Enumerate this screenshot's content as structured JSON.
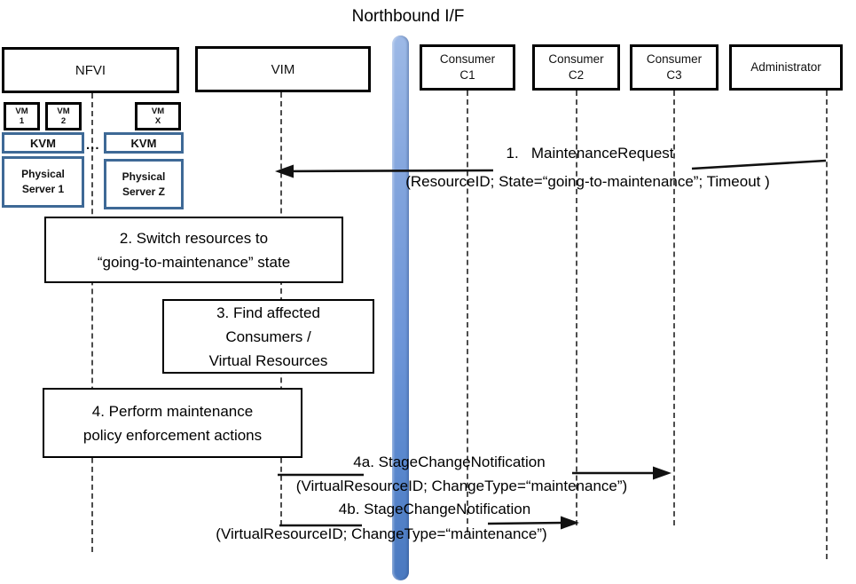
{
  "diagram": {
    "title": "Northbound I/F",
    "actors": {
      "nfvi": "NFVI",
      "vim": "VIM",
      "c1_line1": "Consumer",
      "c1_line2": "C1",
      "c2_line1": "Consumer",
      "c2_line2": "C2",
      "c3_line1": "Consumer",
      "c3_line2": "C3",
      "admin": "Administrator"
    },
    "nfvi_internals": {
      "vm1_line1": "VM",
      "vm1_line2": "1",
      "vm2_line1": "VM",
      "vm2_line2": "2",
      "vmx_line1": "VM",
      "vmx_line2": "X",
      "kvm_left": "KVM",
      "kvm_right": "KVM",
      "dots": "...",
      "ps1_line1": "Physical",
      "ps1_line2": "Server 1",
      "psz_line1": "Physical",
      "psz_line2": "Server Z"
    },
    "messages": {
      "msg1_title": "1.   MaintenanceRequest",
      "msg1_params": "(ResourceID; State=“going-to-maintenance”; Timeout )",
      "msg4a_title": "4a. StageChangeNotification",
      "msg4a_params": "(VirtualResourceID; ChangeType=“maintenance”)",
      "msg4b_title": "4b. StageChangeNotification",
      "msg4b_params": "(VirtualResourceID; ChangeType=“maintenance”)"
    },
    "steps": {
      "box2_line1": "2. Switch resources to",
      "box2_line2": "“going-to-maintenance” state",
      "box3_line1": "3. Find affected",
      "box3_line2": "Consumers /",
      "box3_line3": "Virtual Resources",
      "box4_line1": "4. Perform maintenance",
      "box4_line2": "policy enforcement actions"
    },
    "colors": {
      "accent_blue_border": "#3e6996",
      "interface_bar_light": "#9db9e6",
      "interface_bar_dark": "#4a79c0",
      "arrow_line": "#111111",
      "lifeline_gray": "#4d4d4d"
    }
  }
}
